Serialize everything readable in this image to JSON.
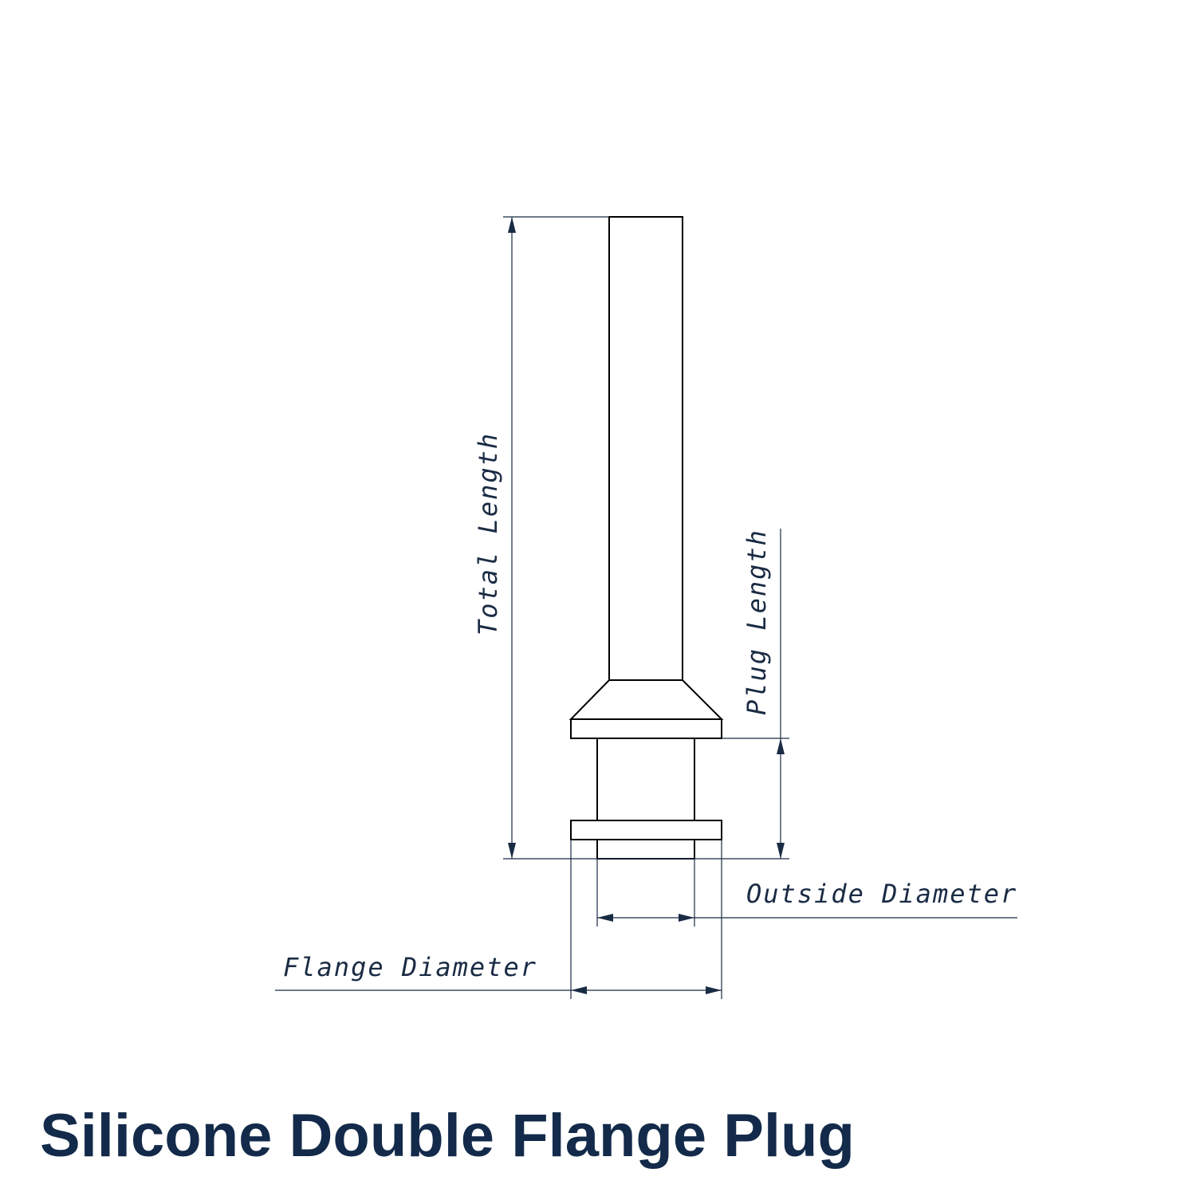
{
  "title": "Silicone Double Flange Plug",
  "dimensions": {
    "total_length": "Total Length",
    "plug_length": "Plug Length",
    "outside_diameter": "Outside Diameter",
    "flange_diameter": "Flange Diameter"
  },
  "colors": {
    "title_text": "#132a4a",
    "dimension_lines": "#1a2b44",
    "part_outline": "#000000"
  }
}
